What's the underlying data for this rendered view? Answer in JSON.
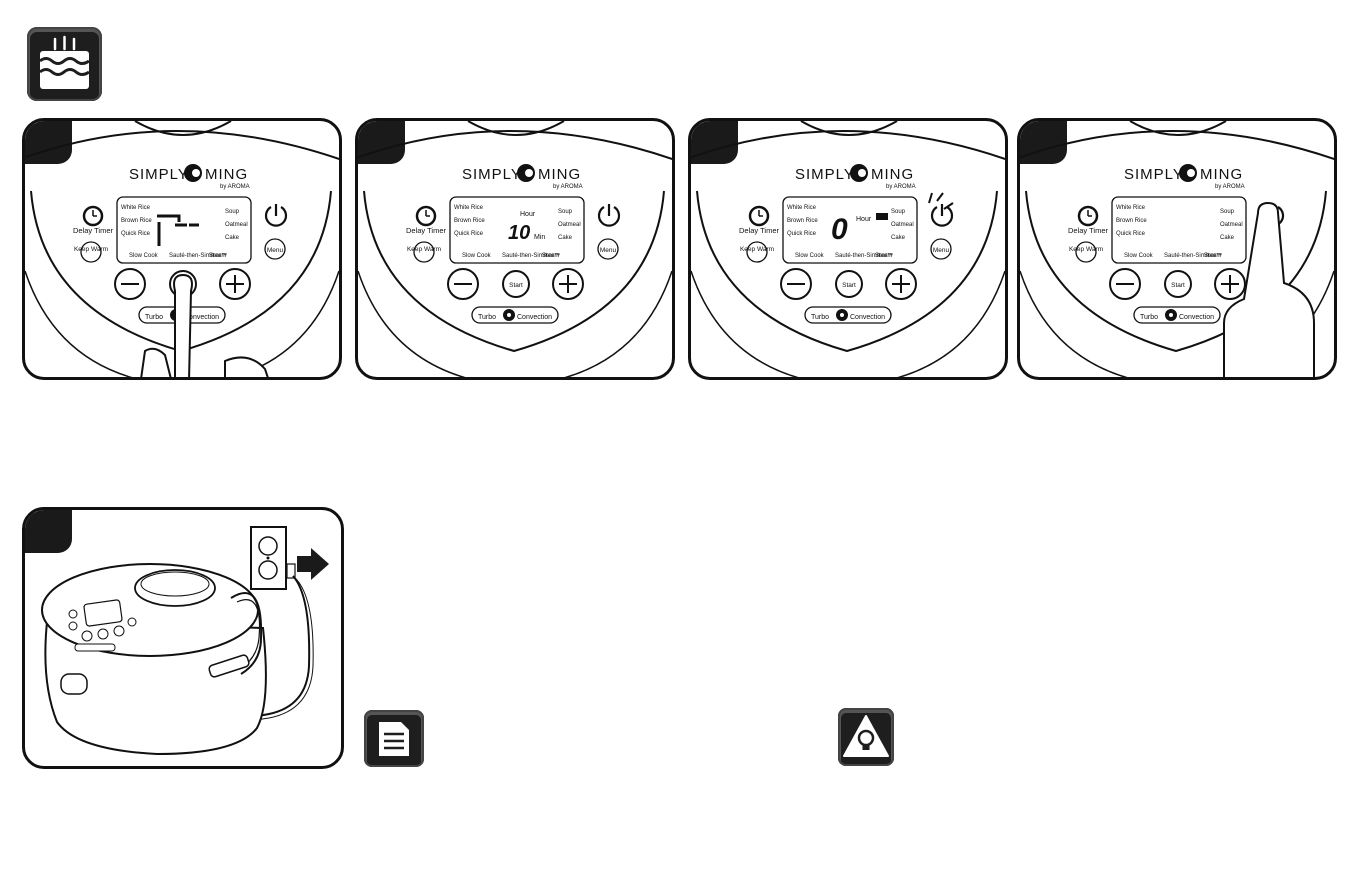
{
  "icons": {
    "cake": "cake-icon",
    "note": "note-document-icon",
    "tip": "lightbulb-warning-icon"
  },
  "panel": {
    "brand_left": "SIMPLY",
    "brand_right": "MING",
    "brand_by": "by AROMA",
    "left_labels": [
      "White Rice",
      "Brown Rice",
      "Quick Rice"
    ],
    "right_labels": [
      "Soup",
      "Oatmeal",
      "Cake"
    ],
    "bottom_labels": [
      "Slow Cook",
      "Sauté-then-Simmer™",
      "Steam"
    ],
    "delay_timer": "Delay Timer",
    "keep_warm": "Keep Warm",
    "menu": "Menu",
    "start": "Start",
    "turbo": "Turbo",
    "convection": "Convection",
    "hour": "Hour",
    "min": "Min"
  },
  "steps": [
    {
      "display_main": "",
      "display_sub": ""
    },
    {
      "display_main": "10",
      "display_sub": ""
    },
    {
      "display_main": "0",
      "display_sub": ""
    },
    {
      "display_main": "",
      "display_sub": ""
    }
  ],
  "colors": {
    "dark": "#1a1a1a",
    "line": "#111111"
  }
}
